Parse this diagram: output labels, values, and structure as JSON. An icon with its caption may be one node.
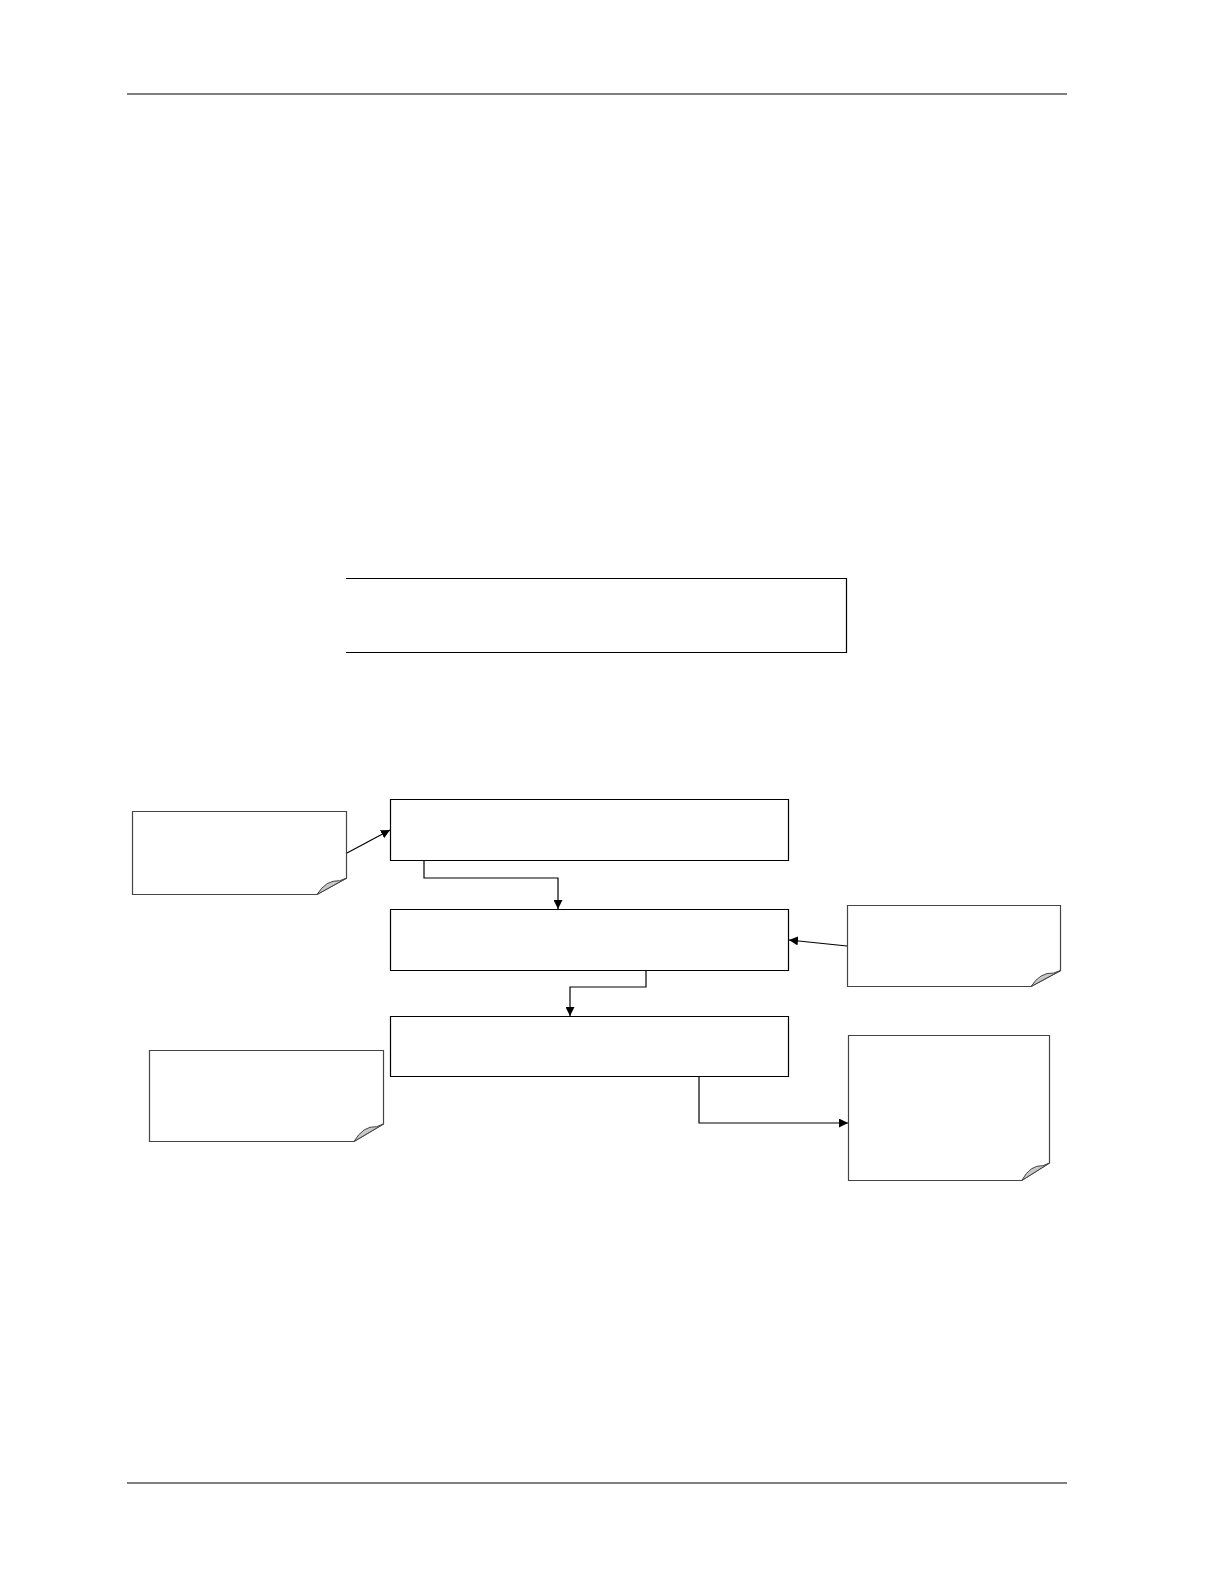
{
  "diagram": {
    "nodes": [
      {
        "text": [],
        "shape": "box"
      },
      {
        "text": [],
        "shape": "note"
      },
      {
        "text": [],
        "shape": "box"
      },
      {
        "text": [],
        "shape": "box"
      },
      {
        "text": [],
        "shape": "note"
      },
      {
        "text": [],
        "shape": "box"
      },
      {
        "text": [],
        "shape": "note"
      },
      {
        "text": [],
        "shape": "note"
      }
    ],
    "edges": [
      {
        "from": 1,
        "to": 2,
        "arrow": "to"
      },
      {
        "from": 2,
        "to": 3,
        "arrow": "to"
      },
      {
        "from": 4,
        "to": 3,
        "arrow": "to"
      },
      {
        "from": 3,
        "to": 5,
        "arrow": "to"
      },
      {
        "from": 5,
        "to": 7,
        "arrow": "to"
      }
    ]
  }
}
